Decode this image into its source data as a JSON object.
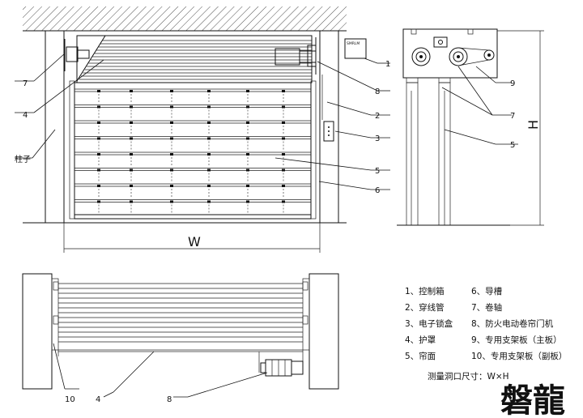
{
  "front_view": {
    "dimension_width": "W",
    "column_label": "柱子",
    "panel_label": "SMRLM",
    "callouts": {
      "c1": "1",
      "c2": "2",
      "c3": "3",
      "c4": "4",
      "c5": "5",
      "c6": "6",
      "c7": "7",
      "c8": "8"
    }
  },
  "side_view": {
    "dimension_height": "H",
    "callouts": {
      "c9": "9",
      "c7": "7",
      "c5": "5"
    }
  },
  "plan_view": {
    "callouts": {
      "c10": "10",
      "c4": "4",
      "c8": "8"
    }
  },
  "legend": {
    "items": [
      "1、控制箱",
      "6、导槽",
      "2、穿线管",
      "7、卷轴",
      "3、电子锁盒",
      "8、防火电动卷帘门机",
      "4、护罩",
      "9、专用支架板（主板）",
      "5、帘面",
      "10、专用支架板（副板）"
    ],
    "measurement_note": "测量洞口尺寸：W×H"
  },
  "brand": {
    "text": "磐龍"
  },
  "colors": {
    "line": "#111111",
    "background": "#ffffff"
  }
}
